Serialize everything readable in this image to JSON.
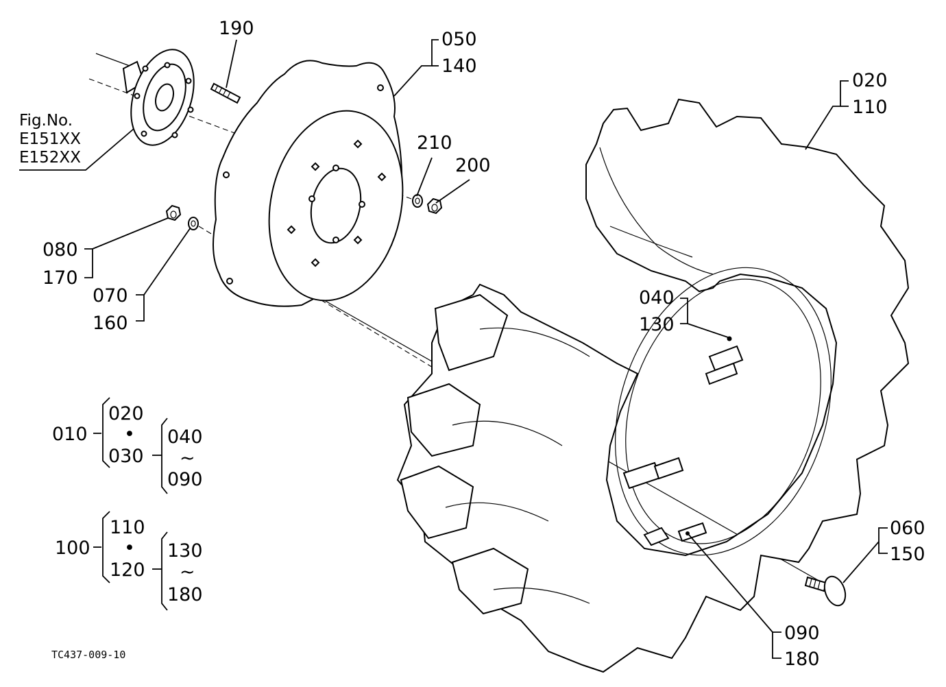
{
  "fig_ref": {
    "title": "Fig.No.",
    "codes": [
      "E151XX",
      "E152XX"
    ]
  },
  "drawing_code": "TC437-009-10",
  "callouts": {
    "p190": "190",
    "p050": "050",
    "p140": "140",
    "p020": "020",
    "p110": "110",
    "p210": "210",
    "p200": "200",
    "p080": "080",
    "p170": "170",
    "p070": "070",
    "p160": "160",
    "p040": "040",
    "p130": "130",
    "p060": "060",
    "p150": "150",
    "p090": "090",
    "p180": "180"
  },
  "assembly_groups": [
    {
      "root": "010",
      "top": "020",
      "dot": "•",
      "bottom": "030",
      "range_start": "040",
      "range_sep": "~",
      "range_end": "090"
    },
    {
      "root": "100",
      "top": "110",
      "dot": "•",
      "bottom": "120",
      "range_start": "130",
      "range_sep": "~",
      "range_end": "180"
    }
  ]
}
